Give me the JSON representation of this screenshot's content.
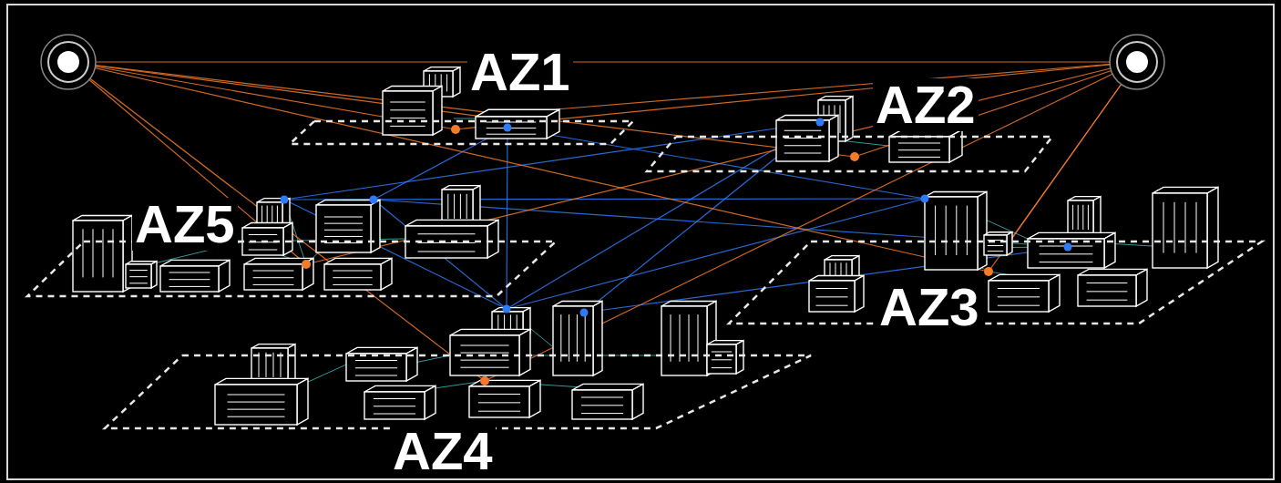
{
  "diagram": {
    "nodes": [
      {
        "text": [
          "AZ1"
        ]
      },
      {
        "text": [
          "AZ2"
        ]
      },
      {
        "text": [
          "AZ5"
        ]
      },
      {
        "text": [
          "AZ3"
        ]
      },
      {
        "text": [
          "AZ4"
        ]
      }
    ]
  }
}
